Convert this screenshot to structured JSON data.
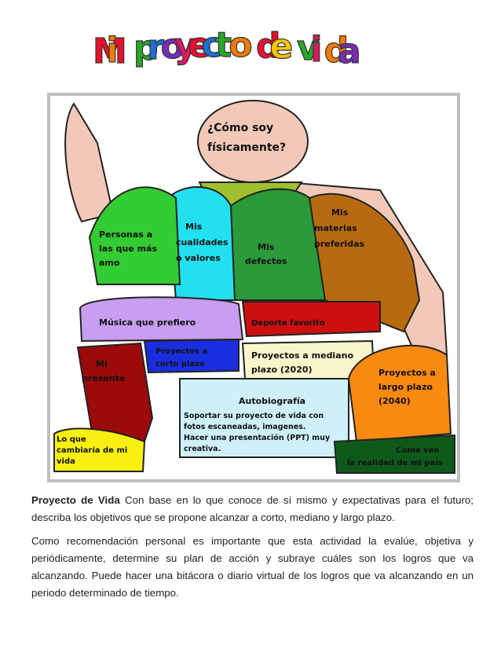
{
  "title": "Mi proyecto de vida",
  "title_colors": [
    "#e8112d",
    "#f27a00",
    "#f5c400",
    "#2aa52a",
    "#1a6fd1",
    "#7a2bb8",
    "#d81b60",
    "#e8112d",
    "#1a6fd1",
    "#2aa52a",
    "#f27a00",
    "#7a2bb8",
    "#e8112d",
    "#f5c400",
    "#1a6fd1",
    "#2aa52a",
    "#d81b60",
    "#f27a00",
    "#7a2bb8"
  ],
  "figure": {
    "head": [
      "¿Cómo soy",
      "físicamente?"
    ],
    "personas": [
      "Personas a",
      "las que más",
      "amo"
    ],
    "cualidades": [
      "Mis",
      "cualidades",
      "o valores"
    ],
    "defectos": [
      "Mis",
      "defectos"
    ],
    "materias": [
      "Mis",
      "materias",
      "preferidas"
    ],
    "musica": "Música que prefiero",
    "deporte": "Deporte favorito",
    "presente": [
      "Mi",
      "presente"
    ],
    "corto": [
      "Proyectos a",
      "corto plazo"
    ],
    "mediano": [
      "Proyectos a mediano",
      "plazo (2020)"
    ],
    "largo": [
      "Proyectos a",
      "largo plazo",
      "(2040)"
    ],
    "autobiografia_title": "Autobiografía",
    "autobiografia": [
      "Soportar su proyecto de vida con",
      "fotos escaneadas, imagenes.",
      "Hacer una presentación (PPT) muy",
      "creativa."
    ],
    "cambiaria": [
      "Lo que",
      "cambiaría de mi",
      "vida"
    ],
    "pais": [
      "Como veo",
      "la realidad de mi país"
    ]
  },
  "paragraph1": {
    "lead": "Proyecto de Vida",
    "text": " Con base en lo que conoce de sí mismo y expectativas  para el futuro; describa los objetivos que se propone alcanzar a corto, mediano y largo plazo."
  },
  "paragraph2": "Como recomendación personal es importante que esta actividad la evalúe, objetiva y periódicamente, determine su plan de acción y subraye cuáles son los logros que va alcanzando. Puede hacer una bitácora o diario virtual de los logros que va alcanzando en un periodo determinado de tiempo."
}
